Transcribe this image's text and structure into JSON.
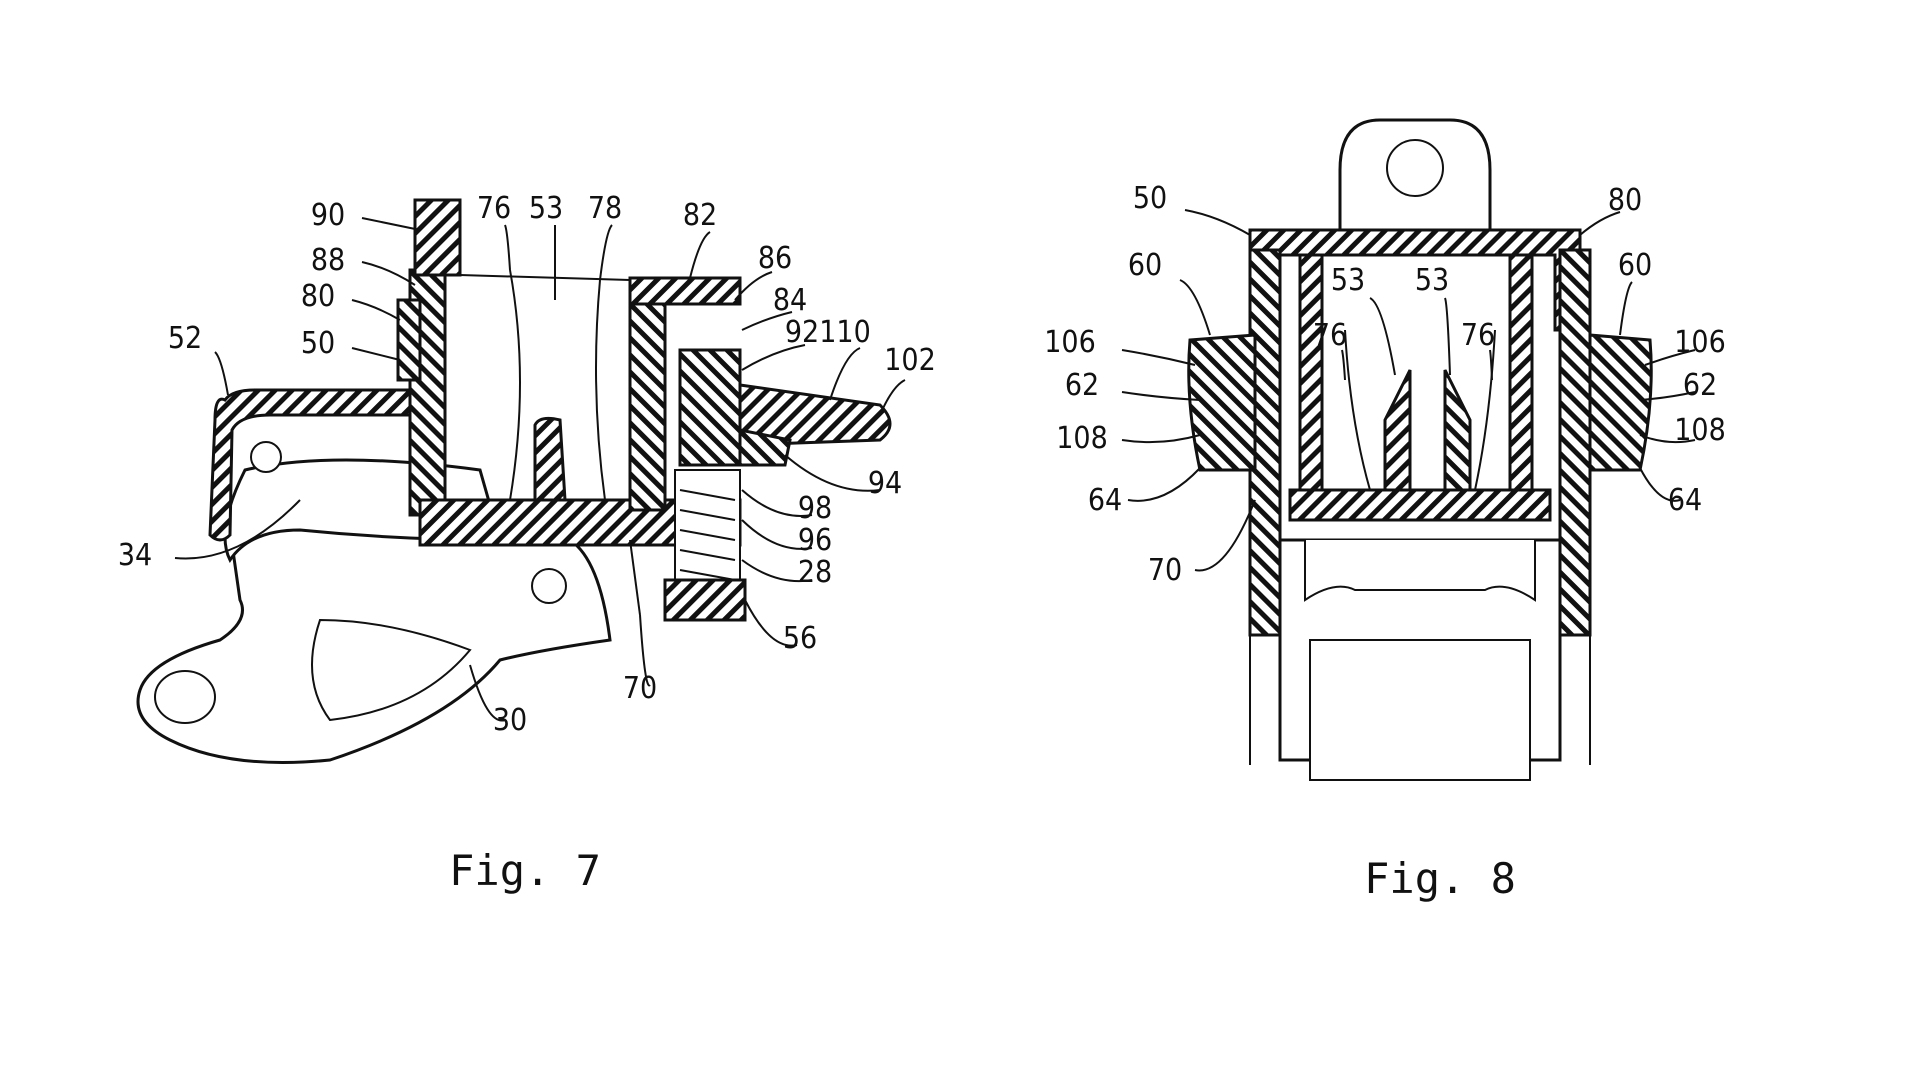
{
  "figures": [
    {
      "caption": "Fig. 7",
      "labels": [
        "90",
        "88",
        "80",
        "50",
        "52",
        "34",
        "76",
        "53",
        "78",
        "82",
        "86",
        "84",
        "92",
        "110",
        "102",
        "94",
        "98",
        "96",
        "28",
        "56",
        "70",
        "30"
      ]
    },
    {
      "caption": "Fig. 8",
      "labels": [
        "50",
        "80",
        "60",
        "60",
        "106",
        "106",
        "62",
        "62",
        "108",
        "108",
        "64",
        "64",
        "70",
        "53",
        "53",
        "76",
        "76"
      ]
    }
  ],
  "colors": {
    "ink": "#111111",
    "paper": "#ffffff"
  }
}
